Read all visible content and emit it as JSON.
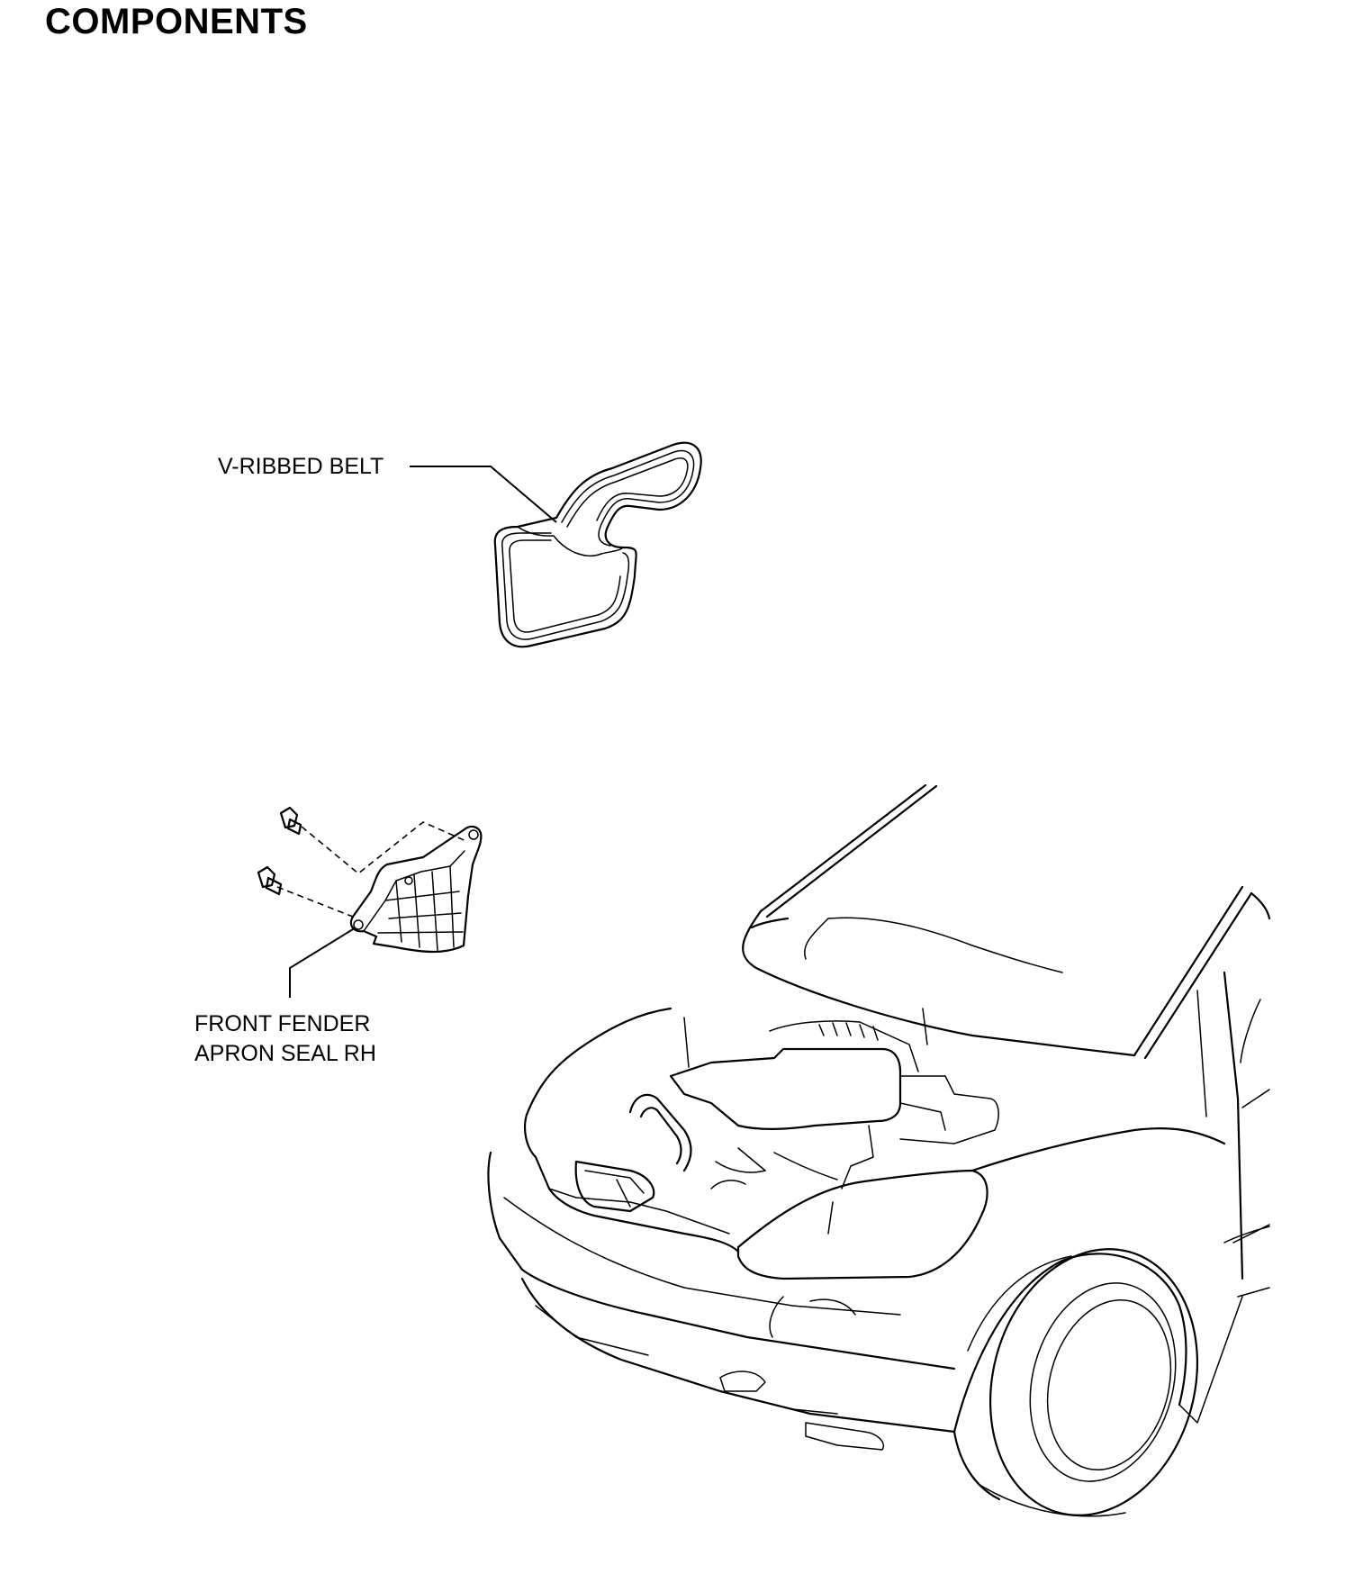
{
  "page": {
    "title": "COMPONENTS"
  },
  "callouts": {
    "v_ribbed_belt": "V-RIBBED BELT",
    "front_fender_apron_seal_rh_line1": "FRONT FENDER",
    "front_fender_apron_seal_rh_line2": "APRON SEAL RH"
  },
  "style": {
    "line_color": "#000000",
    "background": "#ffffff"
  }
}
